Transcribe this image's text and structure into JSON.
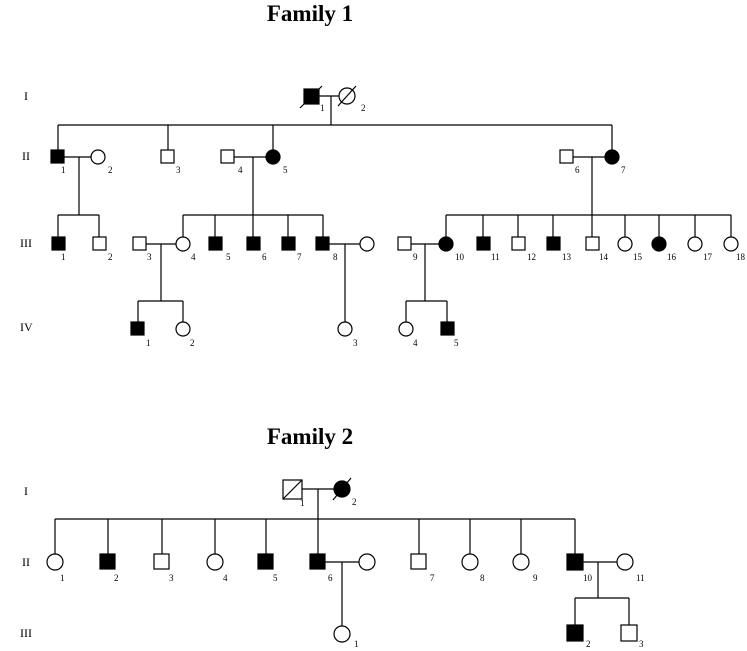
{
  "families": [
    {
      "title": "Family 1",
      "generations": [
        "I",
        "II",
        "III",
        "IV"
      ],
      "individuals": [
        {
          "id": "f1-I-1",
          "label": "1",
          "sex": "male",
          "affected": true,
          "deceased": true
        },
        {
          "id": "f1-I-2",
          "label": "2",
          "sex": "female",
          "affected": false,
          "deceased": true
        },
        {
          "id": "f1-II-1",
          "label": "1",
          "sex": "male",
          "affected": true,
          "deceased": false
        },
        {
          "id": "f1-II-2",
          "label": "2",
          "sex": "female",
          "affected": false,
          "deceased": false
        },
        {
          "id": "f1-II-3",
          "label": "3",
          "sex": "male",
          "affected": false,
          "deceased": false
        },
        {
          "id": "f1-II-4",
          "label": "4",
          "sex": "male",
          "affected": false,
          "deceased": false
        },
        {
          "id": "f1-II-5",
          "label": "5",
          "sex": "female",
          "affected": true,
          "deceased": false
        },
        {
          "id": "f1-II-6",
          "label": "6",
          "sex": "male",
          "affected": false,
          "deceased": false
        },
        {
          "id": "f1-II-7",
          "label": "7",
          "sex": "female",
          "affected": true,
          "deceased": false
        },
        {
          "id": "f1-III-1",
          "label": "1",
          "sex": "male",
          "affected": true,
          "deceased": false
        },
        {
          "id": "f1-III-2",
          "label": "2",
          "sex": "male",
          "affected": false,
          "deceased": false
        },
        {
          "id": "f1-III-3",
          "label": "3",
          "sex": "male",
          "affected": false,
          "deceased": false
        },
        {
          "id": "f1-III-4",
          "label": "4",
          "sex": "female",
          "affected": false,
          "deceased": false
        },
        {
          "id": "f1-III-5",
          "label": "5",
          "sex": "male",
          "affected": true,
          "deceased": false
        },
        {
          "id": "f1-III-6",
          "label": "6",
          "sex": "male",
          "affected": true,
          "deceased": false
        },
        {
          "id": "f1-III-7",
          "label": "7",
          "sex": "male",
          "affected": true,
          "deceased": false
        },
        {
          "id": "f1-III-8",
          "label": "8",
          "sex": "male",
          "affected": true,
          "deceased": false
        },
        {
          "id": "f1-III-8s",
          "label": "",
          "sex": "female",
          "affected": false,
          "deceased": false
        },
        {
          "id": "f1-III-9",
          "label": "9",
          "sex": "male",
          "affected": false,
          "deceased": false
        },
        {
          "id": "f1-III-10",
          "label": "10",
          "sex": "female",
          "affected": true,
          "deceased": false
        },
        {
          "id": "f1-III-11",
          "label": "11",
          "sex": "male",
          "affected": true,
          "deceased": false
        },
        {
          "id": "f1-III-12",
          "label": "12",
          "sex": "male",
          "affected": false,
          "deceased": false
        },
        {
          "id": "f1-III-13",
          "label": "13",
          "sex": "male",
          "affected": true,
          "deceased": false
        },
        {
          "id": "f1-III-14",
          "label": "14",
          "sex": "male",
          "affected": false,
          "deceased": false
        },
        {
          "id": "f1-III-15",
          "label": "15",
          "sex": "female",
          "affected": false,
          "deceased": false
        },
        {
          "id": "f1-III-16",
          "label": "16",
          "sex": "female",
          "affected": true,
          "deceased": false
        },
        {
          "id": "f1-III-17",
          "label": "17",
          "sex": "female",
          "affected": false,
          "deceased": false
        },
        {
          "id": "f1-III-18",
          "label": "18",
          "sex": "female",
          "affected": false,
          "deceased": false
        },
        {
          "id": "f1-IV-1",
          "label": "1",
          "sex": "male",
          "affected": true,
          "deceased": false
        },
        {
          "id": "f1-IV-2",
          "label": "2",
          "sex": "female",
          "affected": false,
          "deceased": false
        },
        {
          "id": "f1-IV-3",
          "label": "3",
          "sex": "female",
          "affected": false,
          "deceased": false
        },
        {
          "id": "f1-IV-4",
          "label": "4",
          "sex": "female",
          "affected": false,
          "deceased": false
        },
        {
          "id": "f1-IV-5",
          "label": "5",
          "sex": "male",
          "affected": true,
          "deceased": false
        }
      ]
    },
    {
      "title": "Family 2",
      "generations": [
        "I",
        "II",
        "III"
      ],
      "individuals": [
        {
          "id": "f2-I-1",
          "label": "1",
          "sex": "male",
          "affected": false,
          "deceased": true
        },
        {
          "id": "f2-I-2",
          "label": "2",
          "sex": "female",
          "affected": true,
          "deceased": true
        },
        {
          "id": "f2-II-1",
          "label": "1",
          "sex": "female",
          "affected": false,
          "deceased": false
        },
        {
          "id": "f2-II-2",
          "label": "2",
          "sex": "male",
          "affected": true,
          "deceased": false
        },
        {
          "id": "f2-II-3",
          "label": "3",
          "sex": "male",
          "affected": false,
          "deceased": false
        },
        {
          "id": "f2-II-4",
          "label": "4",
          "sex": "female",
          "affected": false,
          "deceased": false
        },
        {
          "id": "f2-II-5",
          "label": "5",
          "sex": "male",
          "affected": true,
          "deceased": false
        },
        {
          "id": "f2-II-6",
          "label": "6",
          "sex": "male",
          "affected": true,
          "deceased": false
        },
        {
          "id": "f2-II-6s",
          "label": "",
          "sex": "female",
          "affected": false,
          "deceased": false
        },
        {
          "id": "f2-II-7",
          "label": "7",
          "sex": "male",
          "affected": false,
          "deceased": false
        },
        {
          "id": "f2-II-8",
          "label": "8",
          "sex": "female",
          "affected": false,
          "deceased": false
        },
        {
          "id": "f2-II-9",
          "label": "9",
          "sex": "female",
          "affected": false,
          "deceased": false
        },
        {
          "id": "f2-II-10",
          "label": "10",
          "sex": "male",
          "affected": true,
          "deceased": false
        },
        {
          "id": "f2-II-11",
          "label": "11",
          "sex": "female",
          "affected": false,
          "deceased": false
        },
        {
          "id": "f2-III-1",
          "label": "1",
          "sex": "female",
          "affected": false,
          "deceased": false
        },
        {
          "id": "f2-III-2",
          "label": "2",
          "sex": "male",
          "affected": true,
          "deceased": false
        },
        {
          "id": "f2-III-3",
          "label": "3",
          "sex": "male",
          "affected": false,
          "deceased": false
        }
      ]
    }
  ]
}
